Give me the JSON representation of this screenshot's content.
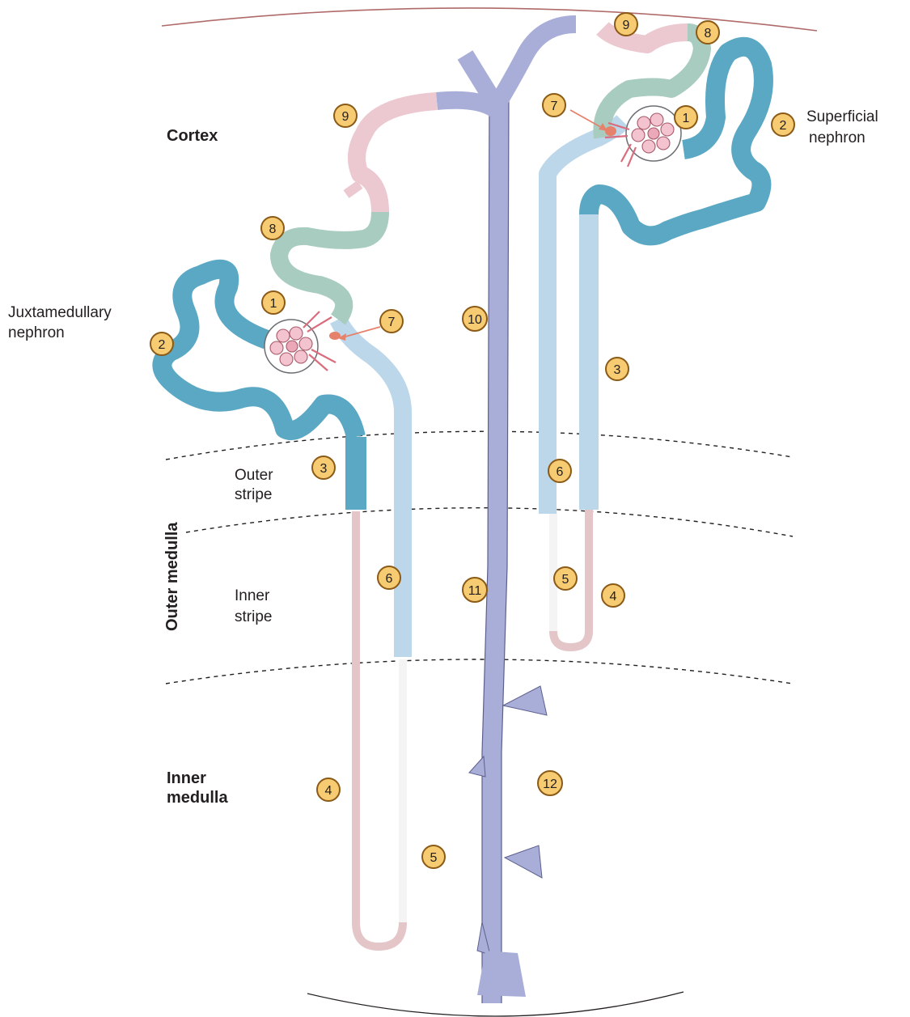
{
  "zones": {
    "cortex": "Cortex",
    "outer_medulla": "Outer medulla",
    "outer_stripe_line1": "Outer",
    "outer_stripe_line2": "stripe",
    "inner_stripe_line1": "Inner",
    "inner_stripe_line2": "stripe",
    "inner_medulla_line1": "Inner",
    "inner_medulla_line2": "medulla"
  },
  "nephron_labels": {
    "juxtamedullary_line1": "Juxtamedullary",
    "juxtamedullary_line2": "nephron",
    "superficial_line1": "Superficial",
    "superficial_line2": "nephron"
  },
  "markers": {
    "glomerulus": "1",
    "proximal_convoluted": "2",
    "proximal_straight": "3",
    "thin_descending": "4",
    "thin_ascending": "5",
    "thick_ascending": "6",
    "macula_densa": "7",
    "distal_convoluted": "8",
    "connecting_tubule": "9",
    "cortical_collecting_duct": "10",
    "outer_medullary_collecting_duct": "11",
    "inner_medullary_collecting_duct": "12"
  },
  "colors": {
    "proximal": "#5ba8c4",
    "thick_ascending": "#bcd6ea",
    "thin_limb": "#e4c6c8",
    "distal": "#a8ccc0",
    "connecting": "#ecc8d0",
    "collecting_duct": "#a9aed9",
    "marker_fill": "#f6cb72",
    "marker_stroke": "#8a5a16",
    "glomerulus": "#eba8b8",
    "macula": "#e6826c"
  }
}
